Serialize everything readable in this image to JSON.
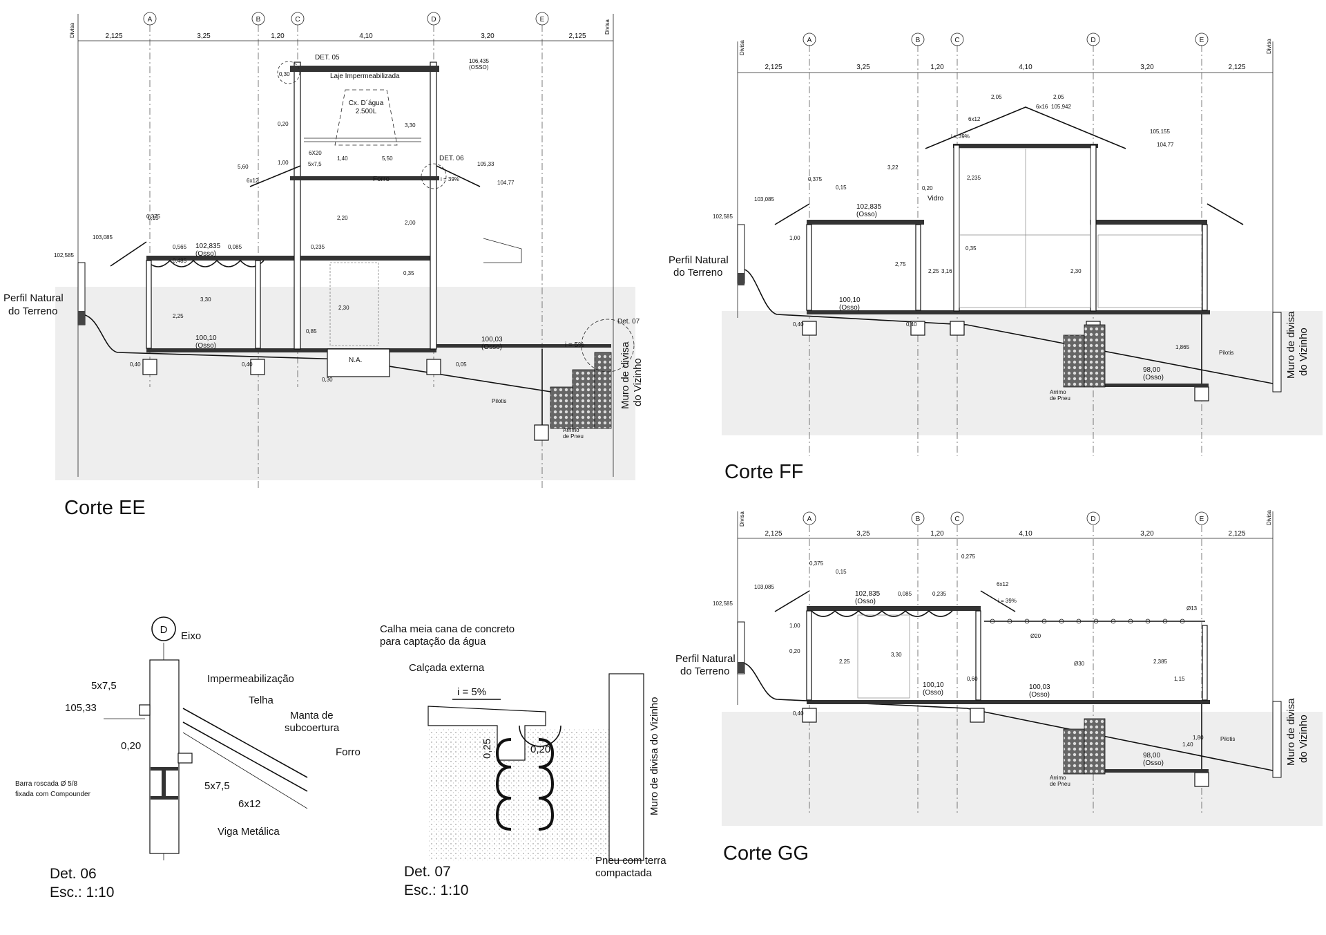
{
  "axes": [
    "A",
    "B",
    "C",
    "D",
    "E"
  ],
  "divisa": "Divisa",
  "dims": [
    "2,125",
    "3,25",
    "1,20",
    "4,10",
    "3,20",
    "2,125"
  ],
  "terrain_label": [
    "Perfil Natural",
    "do Terreno"
  ],
  "neighbor_wall": [
    "Muro de divisa",
    "do Vizinho"
  ],
  "corte_ee": {
    "title": "Corte EE",
    "det05": "DET. 05",
    "det06": "DET. 06",
    "det07": "Det. 07",
    "laje": "Laje Impermeabilizada",
    "cx_agua": [
      "Cx. D´água",
      "2.500L"
    ],
    "forro": "Forro",
    "na": "N.A.",
    "slope": "i = 5%",
    "pilotis": "Pilotis",
    "arrimo": [
      "Arrimo",
      "de Pneu"
    ],
    "levels": [
      "106,435",
      "(OSSO)",
      "105,33",
      "104,77",
      "103,085",
      "102,835",
      "(Osso)",
      "102,585",
      "100,10",
      "(Osso)",
      "100,03",
      "(Osso)"
    ],
    "small_dims": [
      "0,30",
      "0,20",
      "1,00",
      "5x7,5",
      "6x12",
      "6X20",
      "1,40",
      "5,50",
      "3,30",
      "5,60",
      "2,20",
      "2,00",
      "0,15",
      "0,375",
      "0,565",
      "0,085",
      "0,485",
      "2,25",
      "3,30",
      "0,40",
      "0,40",
      "0,85",
      "0,35",
      "2,30",
      "0,235",
      "0,30",
      "0,05",
      "i = 39%"
    ]
  },
  "corte_ff": {
    "title": "Corte FF",
    "vidro": "Vidro",
    "pilotis": "Pilotis",
    "arrimo": [
      "Arrimo",
      "de Pneu"
    ],
    "levels": [
      "105,942",
      "105,155",
      "104,77",
      "103,085",
      "102,835",
      "(Osso)",
      "102,585",
      "100,10",
      "(Osso)",
      "98,00",
      "(Osso)"
    ],
    "small_dims": [
      "2,05",
      "2,05",
      "6x16",
      "6x12",
      "i = 39%",
      "3,22",
      "0,375",
      "0,15",
      "0,20",
      "2,235",
      "0,35",
      "2,75",
      "2,25",
      "3,16",
      "2,30",
      "1,865",
      "0,40",
      "0,40",
      "1,00"
    ]
  },
  "corte_gg": {
    "title": "Corte GG",
    "pilotis": "Pilotis",
    "arrimo": [
      "Arrimo",
      "de Pneu"
    ],
    "levels": [
      "103,085",
      "102,835",
      "(Osso)",
      "102,585",
      "100,10",
      "(Osso)",
      "100,03",
      "(Osso)",
      "98,00",
      "(Osso)"
    ],
    "small_dims": [
      "0,275",
      "0,375",
      "0,15",
      "6x12",
      "i = 39%",
      "Ø13",
      "Ø20",
      "Ø30",
      "1,00",
      "0,20",
      "2,25",
      "3,30",
      "2,385",
      "1,15",
      "0,60",
      "1,80",
      "1,40",
      "0,40",
      "0,235",
      "0,085"
    ]
  },
  "det06": {
    "title": "Det. 06",
    "scale": "Esc.: 1:10",
    "axis": "D",
    "eixo": "Eixo",
    "level": "105,33",
    "labels": [
      "5x7,5",
      "Impermeabilização",
      "Telha",
      "Manta de",
      "subcoertura",
      "Forro",
      "0,20",
      "Barra roscada Ø 5/8",
      "fixada com Compounder",
      "5x7,5",
      "6x12",
      "Viga Metálica"
    ]
  },
  "det07": {
    "title": "Det. 07",
    "scale": "Esc.: 1:10",
    "calha": [
      "Calha meia cana de concreto",
      "para captação da água"
    ],
    "calcada": "Calçada externa",
    "slope": "i = 5%",
    "d1": "0,25",
    "d2": "0,20",
    "wall": "Muro de divisa do Vizinho",
    "pneu": [
      "Pneu com terra",
      "compactada"
    ]
  }
}
